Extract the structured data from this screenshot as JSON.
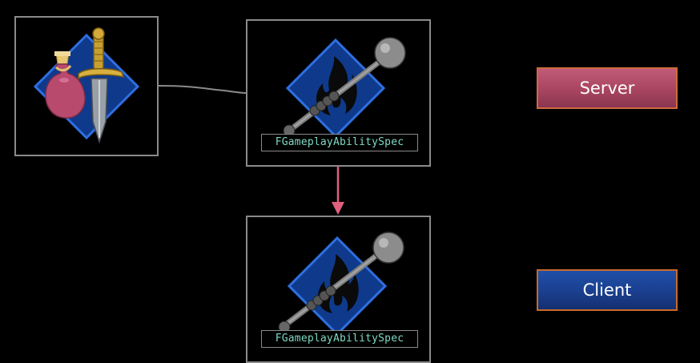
{
  "nodes": {
    "inventory": {
      "icon": "potion-and-sword-icon"
    },
    "server_spec": {
      "icon": "mace-on-flame-diamond-icon",
      "label": "FGameplayAbilitySpec"
    },
    "client_spec": {
      "icon": "mace-on-flame-diamond-icon",
      "label": "FGameplayAbilitySpec"
    }
  },
  "badges": {
    "server": {
      "label": "Server",
      "color": "#a84560"
    },
    "client": {
      "label": "Client",
      "color": "#1a3f8e"
    }
  },
  "connectors": {
    "link_color": "#8a8a8a",
    "replication_arrow_color": "#e0607e"
  }
}
